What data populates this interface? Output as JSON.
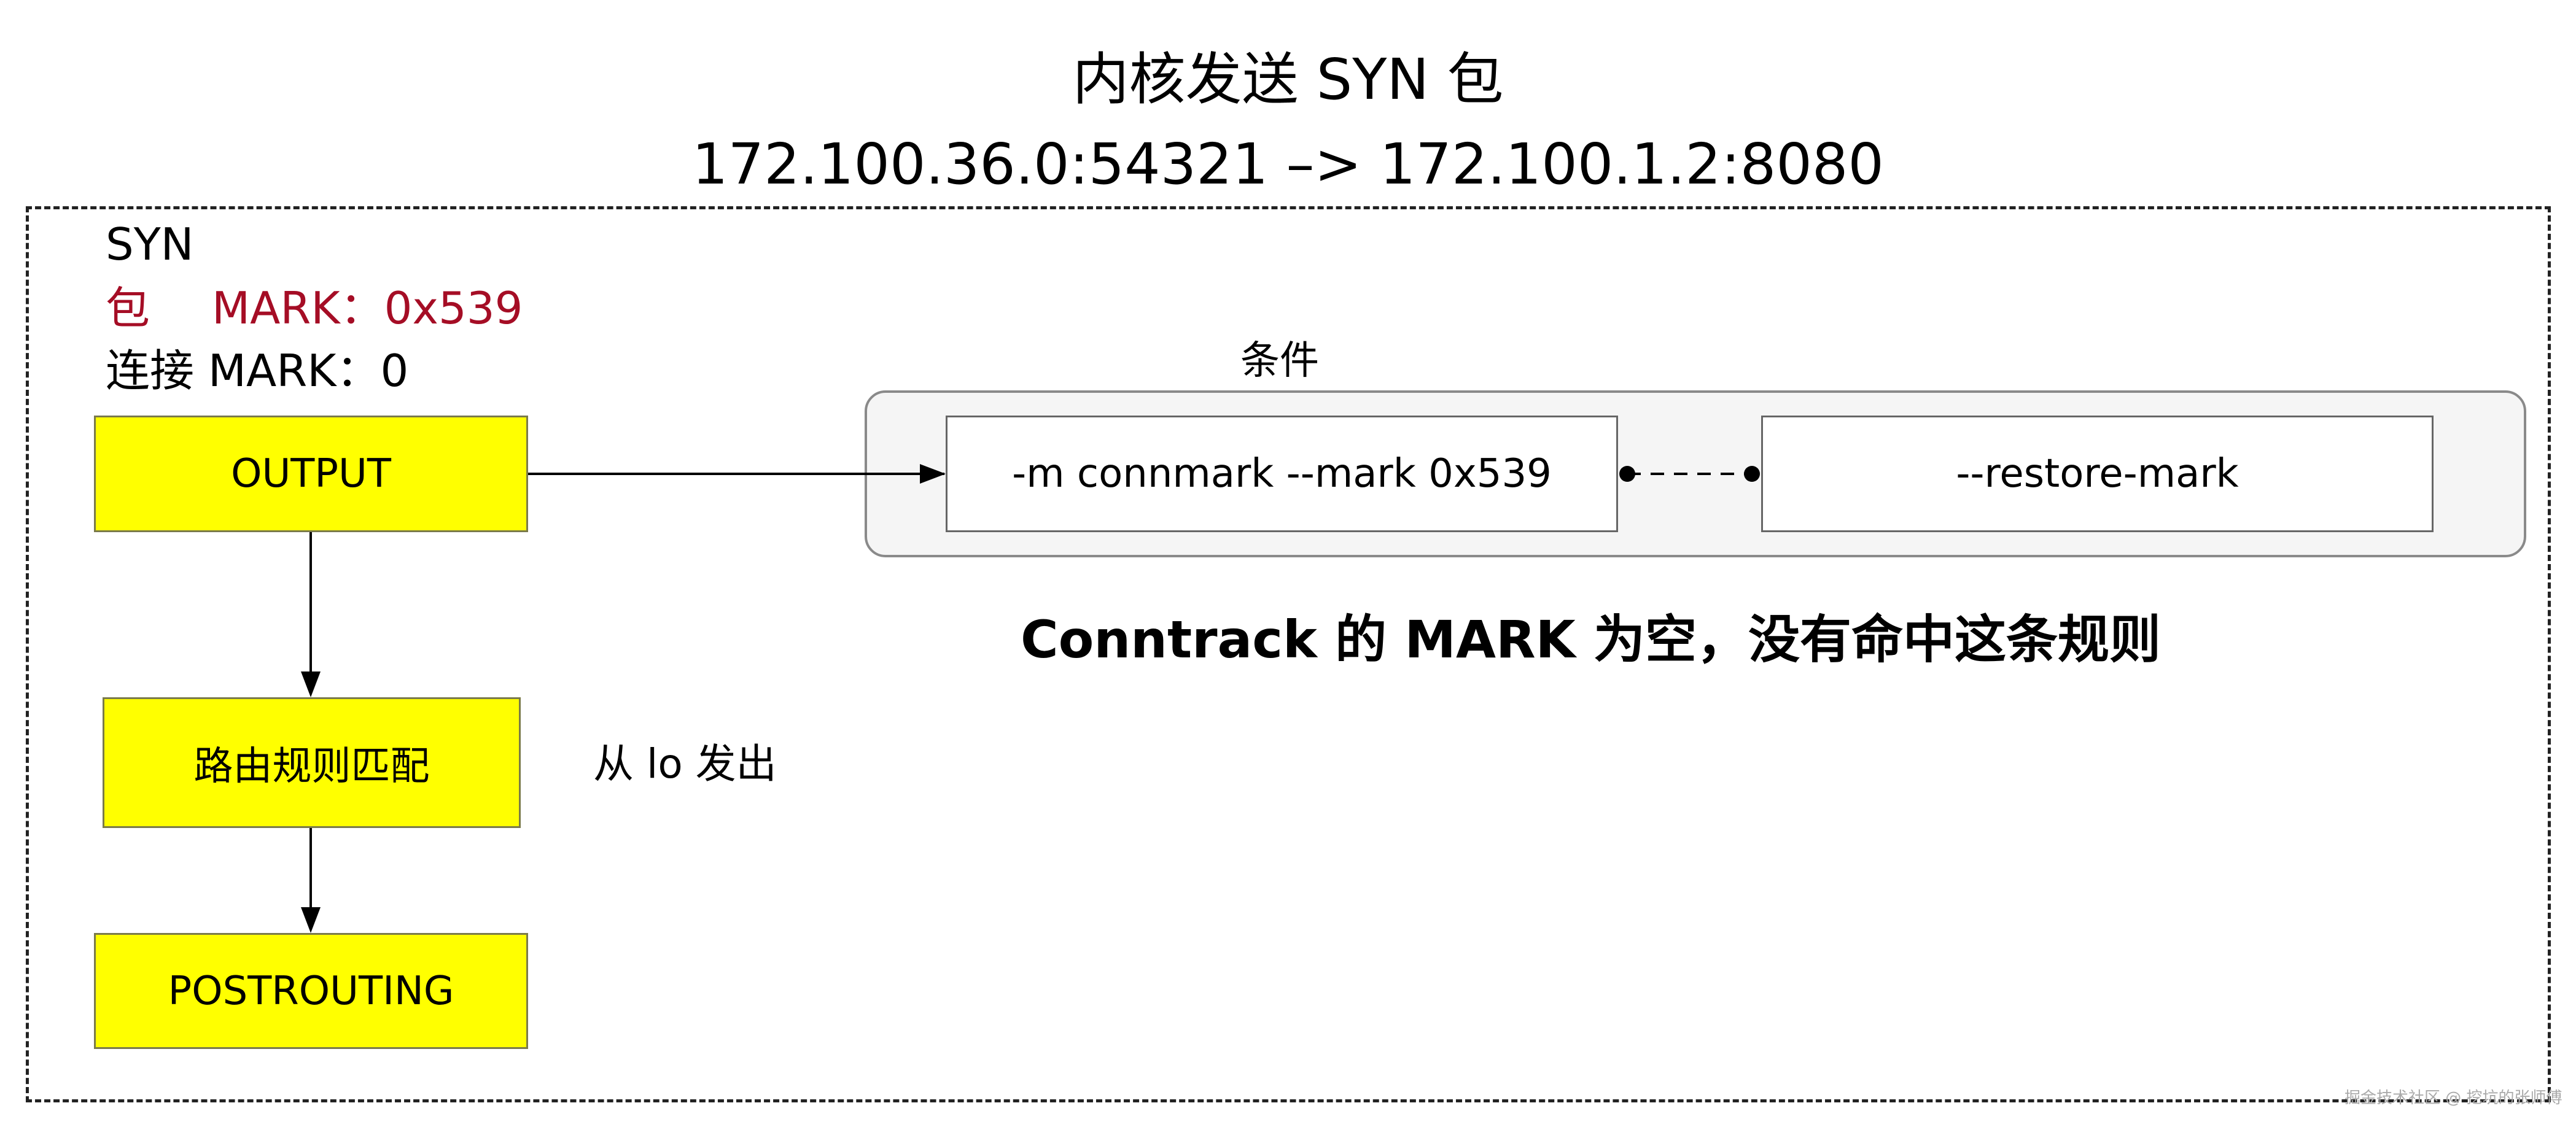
{
  "title": {
    "line1": "内核发送 SYN 包",
    "line2": "172.100.36.0:54321 –> 172.100.1.2:8080"
  },
  "packet_info": {
    "syn": "SYN",
    "packet_mark_prefix": "包",
    "packet_mark": "MARK：0x539",
    "conn_mark": "连接 MARK：0"
  },
  "flow": {
    "output": "OUTPUT",
    "routing": "路由规则匹配",
    "postrouting": "POSTROUTING"
  },
  "side_note": "从 lo 发出",
  "condition": {
    "label": "条件",
    "match": "-m connmark --mark 0x539",
    "action": "--restore-mark"
  },
  "result_note": "Conntrack 的 MARK 为空，没有命中这条规则",
  "watermark": "掘金技术社区 @ 挖坑的张师傅",
  "colors": {
    "box_fill": "#ffff00",
    "highlight_text": "#a50d25",
    "container_fill": "#f5f5f5"
  }
}
